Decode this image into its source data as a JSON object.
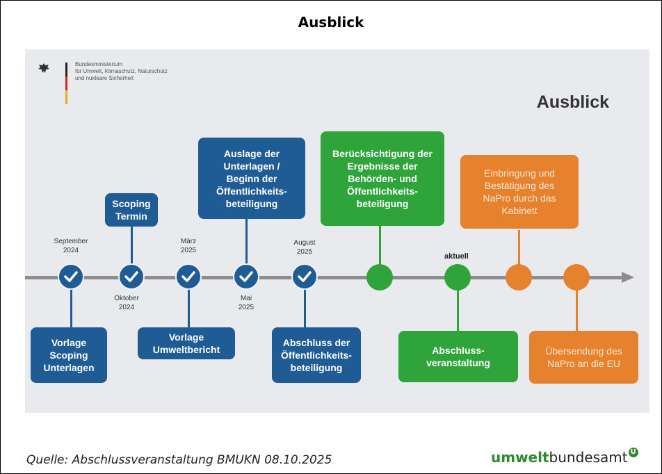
{
  "page": {
    "title": "Ausblick",
    "source": "Quelle: Abschlussveranstaltung BMUKN 08.10.2025",
    "logo": {
      "bold": "umwelt",
      "rest": "bundesamt",
      "mark": "U"
    }
  },
  "slide": {
    "ministry": [
      "Bundesministerium",
      "für Umwelt, Klimaschutz, Naturschutz",
      "und nukleare Sicherheit"
    ],
    "title": "Ausblick",
    "dates": {
      "sep_2024": "September\n2024",
      "okt_2024": "Oktober\n2024",
      "mar_2025": "März\n2025",
      "mai_2025": "Mai\n2025",
      "aug_2025": "August\n2025"
    },
    "current_label": "aktuell",
    "boxes": {
      "vorlage_scoping": "Vorlage\nScoping\nUnterlagen",
      "scoping_termin": "Scoping\nTermin",
      "vorlage_umweltbericht": "Vorlage\nUmweltbericht",
      "auslage": "Auslage der\nUnterlagen /\nBeginn der\nÖffentlichkeits-\nbeteiligung",
      "abschluss_oeff": "Abschluss der\nÖffentlichkeits-\nbeteiligung",
      "beruecksichtigung": "Berücksichtigung der\nErgebnisse der\nBehörden- und\nÖffentlichkeits-\nbeteiligung",
      "abschlussveranstaltung": "Abschluss-\nveranstaltung",
      "einbringung": "Einbringung und\nBestätigung des\nNaPro durch das\nKabinett",
      "uebersendung": "Übersendung des\nNaPro an die EU"
    },
    "colors": {
      "blue": "#1f5b95",
      "green": "#2ea43a",
      "orange": "#e6822d"
    }
  }
}
